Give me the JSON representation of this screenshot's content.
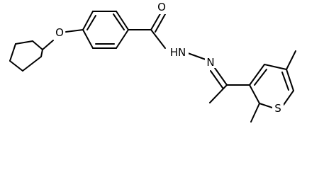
{
  "molecule": {
    "atom_labels": {
      "carbonyl_oxygen": "O",
      "ether_oxygen": "O",
      "amide_nitrogen": "HN",
      "imine_nitrogen": "N",
      "thiophene_sulfur": "S"
    }
  }
}
